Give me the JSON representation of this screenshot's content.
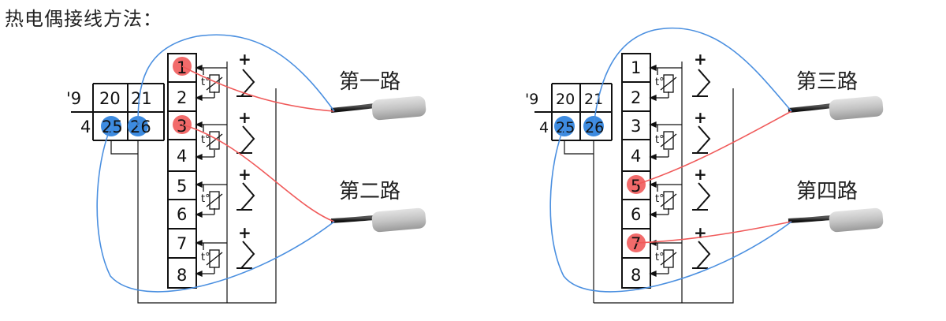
{
  "title": "热电偶接线方法：",
  "terminals": [
    "1",
    "2",
    "3",
    "4",
    "5",
    "6",
    "7",
    "8"
  ],
  "module_top": [
    "9",
    "20",
    "21"
  ],
  "module_top_left": "'9",
  "module_bottom": [
    "4",
    "25",
    "26"
  ],
  "channels": [
    "第一路",
    "第二路",
    "第三路",
    "第四路"
  ],
  "plus_sign": "+",
  "minus_sign": "−",
  "temp_symbol": "t°",
  "colors": {
    "positive_wire": "#f05a5a",
    "negative_wire": "#4a8fe0",
    "highlight_red": "#f26b6b",
    "highlight_blue": "#3d8be0"
  }
}
